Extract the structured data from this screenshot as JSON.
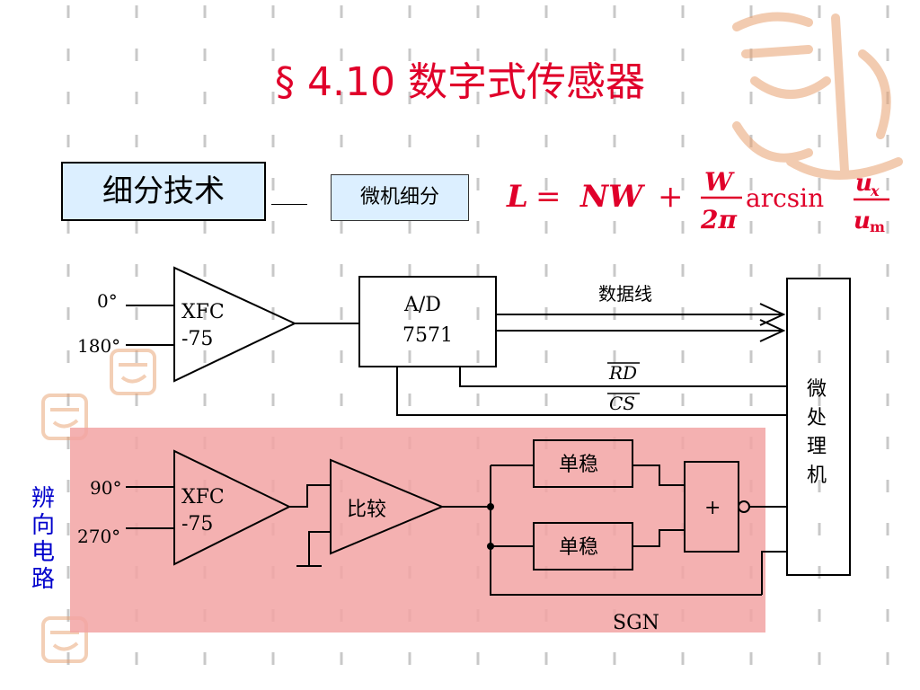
{
  "slide": {
    "title": "§ 4.10 数字式传感器",
    "method_label": "细分技术",
    "submethod_label": "微机细分",
    "formula": {
      "lhs": "L",
      "eq": "=",
      "term1": "NW",
      "plus": "+",
      "frac_num": "W",
      "frac_den": "2π",
      "func": "arcsin",
      "ratio_num": "u",
      "ratio_num_sub": "x",
      "ratio_den": "u",
      "ratio_den_sub": "m"
    },
    "side_label_chars": [
      "辨",
      "向",
      "电",
      "路"
    ]
  },
  "diagram": {
    "inputs": [
      "0°",
      "180°",
      "90°",
      "270°"
    ],
    "amp_top": {
      "line1": "XFC",
      "line2": "-75"
    },
    "amp_bottom": {
      "line1": "XFC",
      "line2": "-75"
    },
    "adc": {
      "line1": "A/D",
      "line2": "7571"
    },
    "data_line_label": "数据线",
    "rd_label": "RD",
    "cs_label": "CS",
    "mcu_label": [
      "微",
      "处",
      "理",
      "机"
    ],
    "comparator_label": "比较",
    "monostable_top": "单稳",
    "monostable_bottom": "单稳",
    "or_gate_label": "+",
    "sgn_label": "SGN"
  },
  "colors": {
    "title": "#e0002a",
    "formula": "#e0002a",
    "highlight": "#f2a3a3",
    "box_fill": "#dcefff",
    "side_label": "#0000cc",
    "pattern": "#c8c8c8",
    "seal": "#e8a070"
  }
}
